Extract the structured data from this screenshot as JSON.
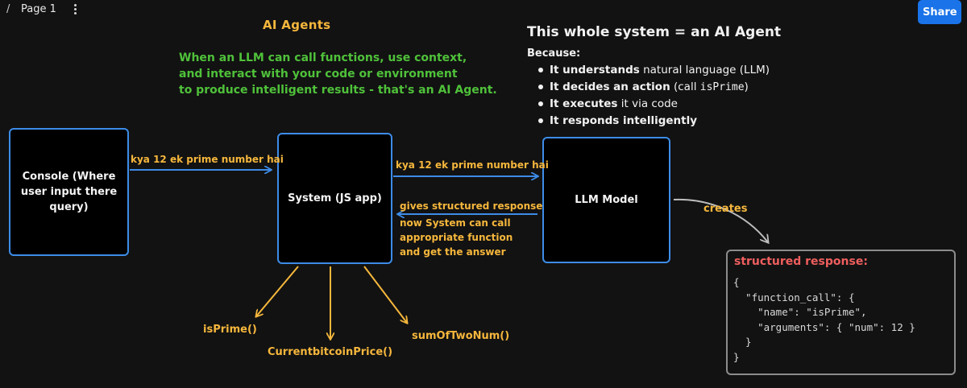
{
  "toolbar": {
    "slash": "/",
    "page_label": "Page 1",
    "more_icon": "vertical-ellipsis-icon",
    "share_label": "Share"
  },
  "heading": {
    "title": "AI Agents",
    "lines": [
      "When an LLM can call functions, use context,",
      "and interact with your code or environment",
      "to produce intelligent results - that's an"
    ],
    "emphasis": "AI Agent",
    "ending": "."
  },
  "system_note": {
    "title": "This whole system = an AI Agent",
    "because": "Because:",
    "bullets": [
      {
        "bold": "It understands",
        "rest": "natural language (LLM)"
      },
      {
        "bold": "It decides an action",
        "rest": "(call",
        "code": "isPrime",
        "tail": ")"
      },
      {
        "bold": "It executes",
        "rest": "it via code"
      },
      {
        "bold": "It responds intelligently",
        "rest": ""
      }
    ]
  },
  "nodes": {
    "console": "Console (Where user input there query)",
    "system": "System (JS app)",
    "llm": "LLM Model"
  },
  "edges": {
    "console_to_system": "kya 12 ek prime number hai",
    "system_to_llm": "kya 12 ek prime number hai",
    "llm_to_system": "gives structured response",
    "system_note": [
      "now System can call",
      "appropriate function",
      "and get the answer"
    ],
    "creates": "creates"
  },
  "functions": {
    "isprime": "isPrime()",
    "bitcoin": "CurrentbitcoinPrice()",
    "sum": "sumOfTwoNum()"
  },
  "response": {
    "title": "structured response:",
    "code_lines": [
      "{",
      "  \"function_call\": {",
      "    \"name\": \"isPrime\",",
      "    \"arguments\": { \"num\": 12 }",
      "  }",
      "}"
    ]
  },
  "colors": {
    "background": "#121212",
    "node_border": "#3d8ce8",
    "orange": "#f6b73c",
    "green": "#4fc13a",
    "red": "#ef5e5e",
    "share": "#1a73e8"
  }
}
